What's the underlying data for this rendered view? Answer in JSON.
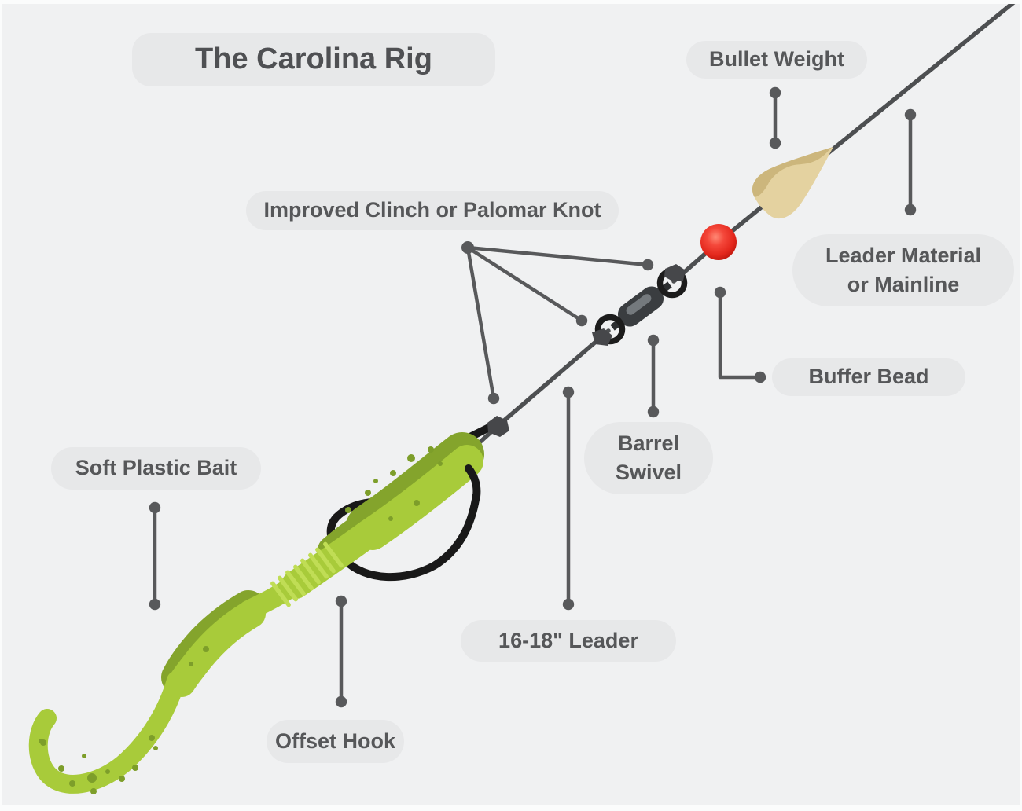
{
  "title": "The Carolina Rig",
  "labels": {
    "bullet_weight": "Bullet Weight",
    "improved_clinch": "Improved Clinch or Palomar Knot",
    "leader_material": {
      "line1": "Leader Material",
      "line2": "or Mainline"
    },
    "buffer_bead": "Buffer Bead",
    "barrel_swivel": {
      "line1": "Barrel",
      "line2": "Swivel"
    },
    "soft_plastic_bait": "Soft Plastic Bait",
    "leader_length": "16-18\" Leader",
    "offset_hook": "Offset Hook"
  },
  "colors": {
    "background": "#f0f1f2",
    "label_pill": "#e7e8e9",
    "label_text": "#565759",
    "connector": "#58595b",
    "fishing_line": "#4d4f51",
    "bead_red": "#e8271c",
    "weight_tan_light": "#e4d2a0",
    "weight_tan_dark": "#ccb67c",
    "worm_green_dark": "#84a42c",
    "worm_green_bright": "#a8cb3a",
    "worm_ribs": "#c0dd55",
    "worm_speckle": "#7d9e2a",
    "hook_black": "#191919",
    "swivel_body": "#3a3d40",
    "knot_gray": "#46474a"
  }
}
